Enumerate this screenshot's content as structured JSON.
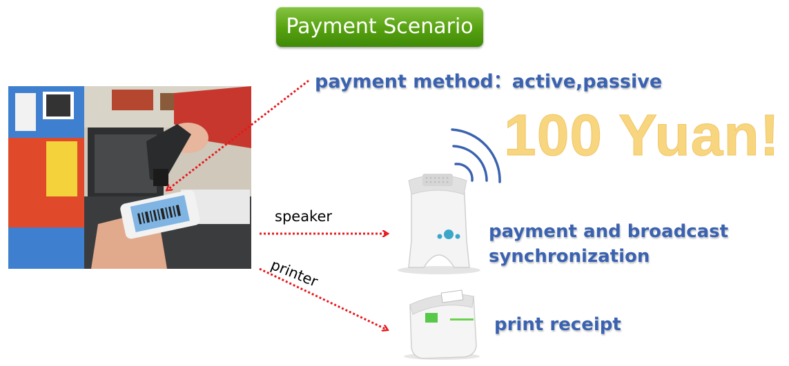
{
  "title": "Payment Scenario",
  "method_text": "payment method：active,passive",
  "amount_text": "100 Yuan!",
  "speaker_label": "speaker",
  "printer_label": "printer",
  "broadcast_line1": "payment and broadcast",
  "broadcast_line2": "synchronization",
  "receipt_text": "print receipt",
  "colors": {
    "title_green": "#5aa814",
    "label_blue": "#3a62b0",
    "amount_yellow": "#f7d67f",
    "arrow_red": "#e8161b"
  }
}
